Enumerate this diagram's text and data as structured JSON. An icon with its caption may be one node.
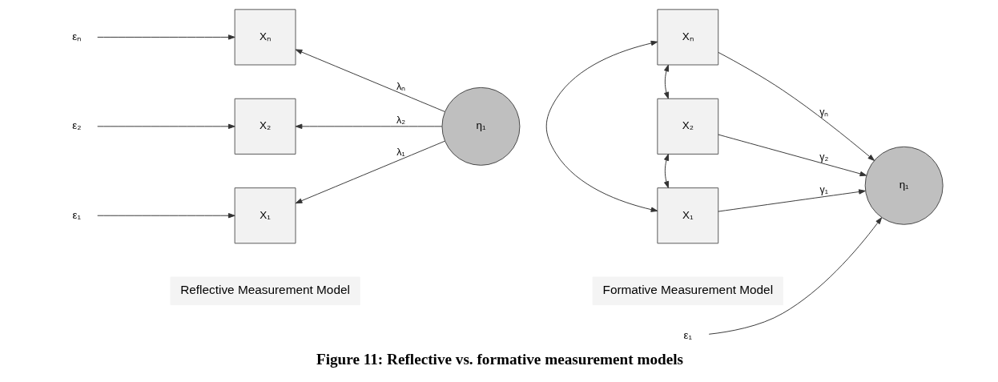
{
  "diagram": {
    "caption": "Figure 11: Reflective vs. formative measurement models",
    "nodes": [
      {
        "text": [
          "Reflective Measurement Model"
        ]
      },
      {
        "text": [
          "ε₁"
        ]
      },
      {
        "text": [
          "ε₂"
        ]
      },
      {
        "text": [
          "εₙ"
        ]
      },
      {
        "text": [
          "X₁"
        ]
      },
      {
        "text": [
          "X₂"
        ]
      },
      {
        "text": [
          "Xₙ"
        ]
      },
      {
        "text": [
          "η₁"
        ]
      },
      {
        "text": [
          "Formative Measurement Model"
        ]
      },
      {
        "text": [
          "X₁"
        ]
      },
      {
        "text": [
          "X₂"
        ]
      },
      {
        "text": [
          "Xₙ"
        ]
      },
      {
        "text": [
          "η₁"
        ]
      },
      {
        "text": [
          "ε₁"
        ]
      }
    ],
    "edges": [
      {
        "from": 1,
        "to": 4,
        "arrow": "to"
      },
      {
        "from": 2,
        "to": 5,
        "arrow": "to"
      },
      {
        "from": 3,
        "to": 6,
        "arrow": "to"
      },
      {
        "from": 7,
        "to": 4,
        "arrow": "to",
        "label": "λ₁"
      },
      {
        "from": 7,
        "to": 5,
        "arrow": "to",
        "label": "λ₂"
      },
      {
        "from": 7,
        "to": 6,
        "arrow": "to",
        "label": "λₙ"
      },
      {
        "from": 9,
        "to": 10,
        "arrow": "both"
      },
      {
        "from": 10,
        "to": 11,
        "arrow": "both"
      },
      {
        "from": 9,
        "to": 11,
        "arrow": "both"
      },
      {
        "from": 9,
        "to": 12,
        "arrow": "to",
        "label": "γ₁"
      },
      {
        "from": 10,
        "to": 12,
        "arrow": "to",
        "label": "γ₂"
      },
      {
        "from": 11,
        "to": 12,
        "arrow": "to",
        "label": "γₙ"
      },
      {
        "from": 13,
        "to": 12,
        "arrow": "to"
      }
    ]
  }
}
